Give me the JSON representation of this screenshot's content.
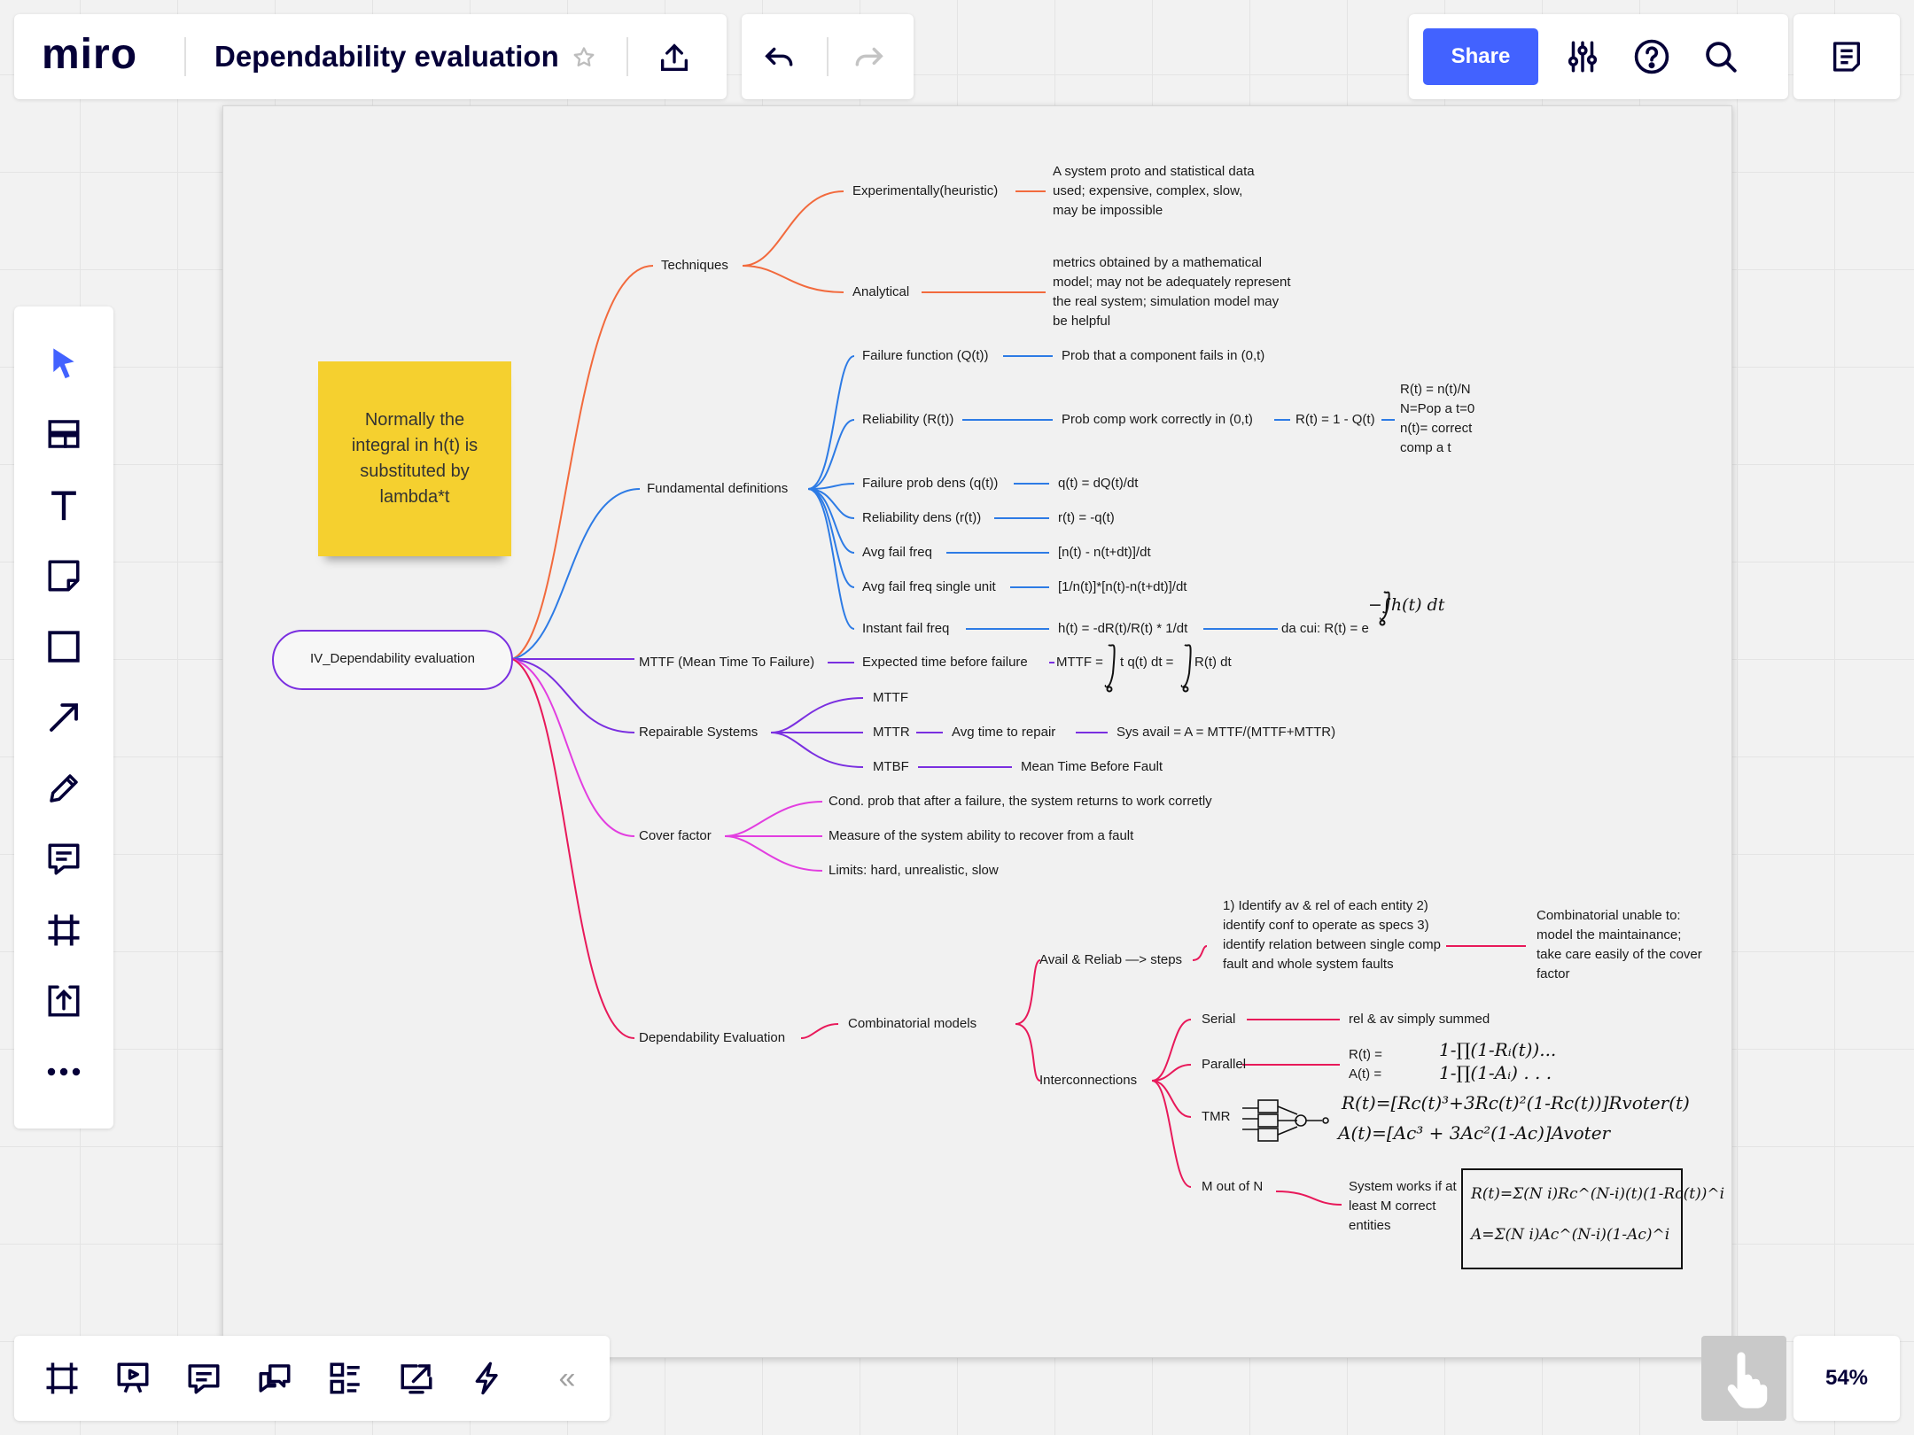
{
  "app": {
    "logo_text": "miro",
    "board_title": "Dependability evaluation"
  },
  "toolbar": {
    "share_label": "Share",
    "zoom_level": "54%",
    "collapse_glyph": "«"
  },
  "colors": {
    "accent": "#4262ff",
    "orange": "#f26a3d",
    "blue": "#2d7be5",
    "purple": "#7a2fe0",
    "magenta": "#e23ee0",
    "pink": "#e8195a",
    "sticky": "#f5d02f"
  },
  "icons": {
    "top": [
      "star-icon",
      "upload-icon",
      "undo-icon",
      "redo-icon",
      "settings-sliders-icon",
      "help-icon",
      "search-icon",
      "notes-icon"
    ],
    "left": [
      "select-cursor-icon",
      "templates-icon",
      "text-icon",
      "sticky-note-icon",
      "shape-icon",
      "arrow-icon",
      "pen-icon",
      "comment-icon",
      "frame-icon",
      "upload-board-icon",
      "more-icon"
    ],
    "bottom": [
      "frames-icon",
      "presentation-icon",
      "comments-panel-icon",
      "chat-icon",
      "card-list-icon",
      "share-screen-icon",
      "lightning-icon"
    ]
  },
  "sticky_note": {
    "text": "Normally the integral in h(t) is substituted by lambda*t"
  },
  "mindmap": {
    "root": "IV_Dependability evaluation",
    "techniques": {
      "label": "Techniques",
      "experimental": "Experimentally(heuristic)",
      "experimental_note": "A system proto and statistical data used; expensive, complex, slow, may be impossible",
      "analytical": "Analytical",
      "analytical_note": "metrics obtained by a mathematical model; may not be adequately represent the real system; simulation model may be helpful"
    },
    "fundamentals": {
      "label": "Fundamental definitions",
      "failure_function": "Failure function (Q(t))",
      "failure_function_def": "Prob that a component fails in (0,t)",
      "reliability": "Reliability (R(t))",
      "reliability_def": "Prob comp work correctly in (0,t)",
      "reliability_formula": "R(t) = 1 - Q(t)",
      "reliability_note": "R(t) = n(t)/N N=Pop a t=0 n(t)= correct comp a t",
      "failure_prob_dens": "Failure prob dens (q(t))",
      "failure_prob_dens_def": "q(t) = dQ(t)/dt",
      "reliability_dens": "Reliability dens (r(t))",
      "reliability_dens_def": "r(t) = -q(t)",
      "avg_fail_freq": "Avg fail freq",
      "avg_fail_freq_def": "[n(t) - n(t+dt)]/dt",
      "avg_fail_freq_single": "Avg fail freq single unit",
      "avg_fail_freq_single_def": "[1/n(t)]*[n(t)-n(t+dt)]/dt",
      "instant_fail_freq": "Instant fail freq",
      "instant_fail_freq_def": "h(t) = -dR(t)/R(t) * 1/dt",
      "instant_fail_freq_result": "da cui: R(t) = e",
      "instant_fail_freq_exponent": "−∫h(t) dt"
    },
    "mttf": {
      "label": "MTTF (Mean Time To Failure)",
      "definition": "Expected time before failure",
      "formula_prefix": "MTTF =",
      "formula_mid": "t q(t) dt =",
      "formula_end": "R(t) dt"
    },
    "repairable": {
      "label": "Repairable Systems",
      "mttf": "MTTF",
      "mttr": "MTTR",
      "mttr_def": "Avg time to repair",
      "sys_avail": "Sys avail = A = MTTF/(MTTF+MTTR)",
      "mtbf": "MTBF",
      "mtbf_def": "Mean Time Before Fault"
    },
    "cover_factor": {
      "label": "Cover factor",
      "items": [
        "Cond. prob that after a failure, the system returns to work corretly",
        "Measure of the system ability to recover from a fault",
        "Limits: hard, unrealistic, slow"
      ]
    },
    "dependability": {
      "label": "Dependability Evaluation",
      "combinatorial": "Combinatorial models",
      "avail_reliab": "Avail & Reliab —> steps",
      "steps_text": "1) Identify av & rel of each entity 2) identify conf to operate as specs 3) identify relation between single comp fault and whole system faults",
      "combinatorial_limits": "Combinatorial unable to: model the maintainance; take care easily of the cover factor",
      "interconnections": "Interconnections",
      "serial": "Serial",
      "serial_def": "rel & av simply summed",
      "parallel": "Parallel",
      "parallel_r": "R(t) =",
      "parallel_a": "A(t) =",
      "parallel_r_hw": "1-∏(1-Rᵢ(t))...",
      "parallel_a_hw": "1-∏(1-Aᵢ) . . .",
      "tmr": "TMR",
      "tmr_r_hw": "R(t)=[Rc(t)³+3Rc(t)²(1-Rc(t))]Rvoter(t)",
      "tmr_a_hw": "A(t)=[Ac³ + 3Ac²(1-Ac)]Avoter",
      "m_out_of_n": "M out of N",
      "m_out_of_n_def": "System works if at least M correct entities",
      "m_out_of_n_r_hw": "R(t)=Σ(N i)Rc^(N-i)(t)(1-Rc(t))^i",
      "m_out_of_n_a_hw": "A=Σ(N i)Ac^(N-i)(1-Ac)^i"
    }
  }
}
